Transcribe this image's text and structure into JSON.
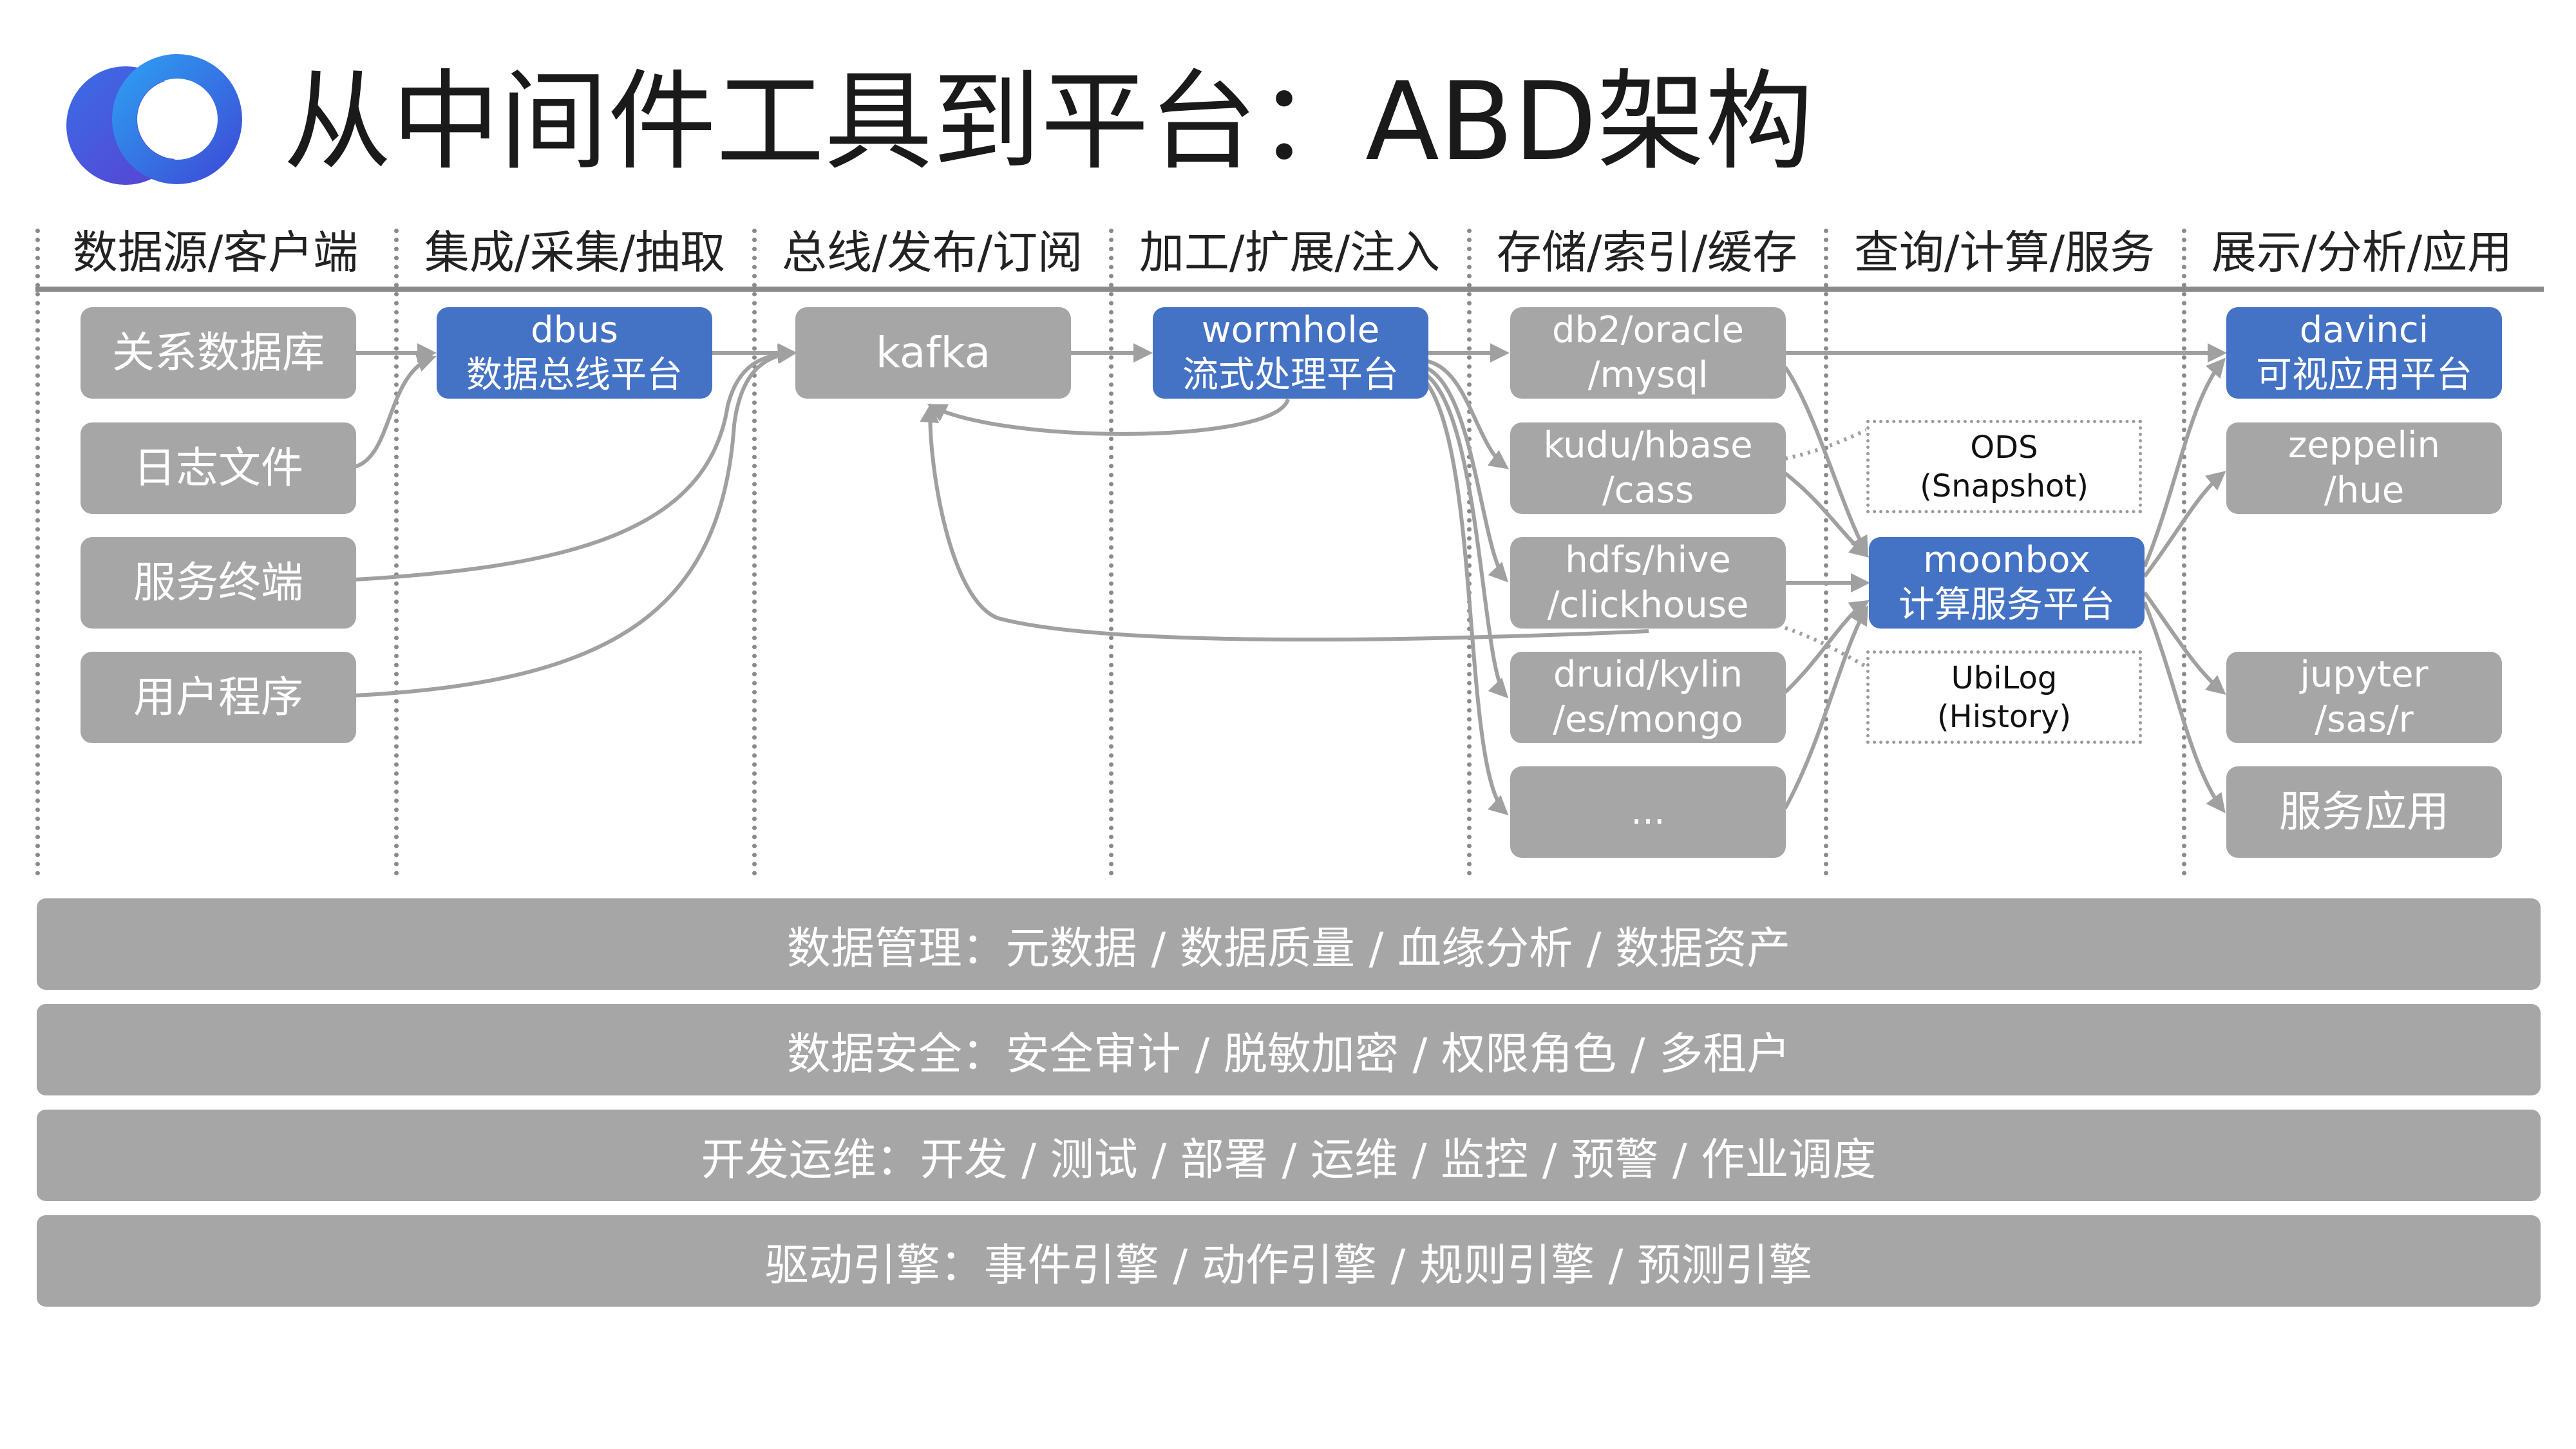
{
  "title": "从中间件工具到平台：ABD架构",
  "columns": [
    "数据源/客户端",
    "集成/采集/抽取",
    "总线/发布/订阅",
    "加工/扩展/注入",
    "存储/索引/缓存",
    "查询/计算/服务",
    "展示/分析/应用"
  ],
  "sources": [
    "关系数据库",
    "日志文件",
    "服务终端",
    "用户程序"
  ],
  "dbus": {
    "name": "dbus",
    "desc": "数据总线平台"
  },
  "kafka": "kafka",
  "wormhole": {
    "name": "wormhole",
    "desc": "流式处理平台"
  },
  "storage": [
    {
      "line1": "db2/oracle",
      "line2": "/mysql"
    },
    {
      "line1": "kudu/hbase",
      "line2": "/cass"
    },
    {
      "line1": "hdfs/hive",
      "line2": "/clickhouse"
    },
    {
      "line1": "druid/kylin",
      "line2": "/es/mongo"
    },
    {
      "line1": "...",
      "line2": ""
    }
  ],
  "ods": {
    "line1": "ODS",
    "line2": "(Snapshot)"
  },
  "moonbox": {
    "name": "moonbox",
    "desc": "计算服务平台"
  },
  "ubilog": {
    "line1": "UbiLog",
    "line2": "(History)"
  },
  "davinci": {
    "name": "davinci",
    "desc": "可视应用平台"
  },
  "apps": [
    {
      "line1": "zeppelin",
      "line2": "/hue"
    },
    {
      "line1": "jupyter",
      "line2": "/sas/r"
    },
    {
      "line1": "服务应用",
      "line2": ""
    }
  ],
  "bars": [
    "数据管理：元数据 / 数据质量 / 血缘分析 / 数据资产",
    "数据安全：安全审计 / 脱敏加密 / 权限角色 / 多租户",
    "开发运维：开发 / 测试 / 部署 / 运维 / 监控 / 预警 / 作业调度",
    "驱动引擎：事件引擎 / 动作引擎 / 规则引擎 / 预测引擎"
  ],
  "colors": {
    "gray": "#a6a6a6",
    "blue": "#4472c4",
    "arrow": "#a0a0a0",
    "divider": "#8a8a8a"
  }
}
